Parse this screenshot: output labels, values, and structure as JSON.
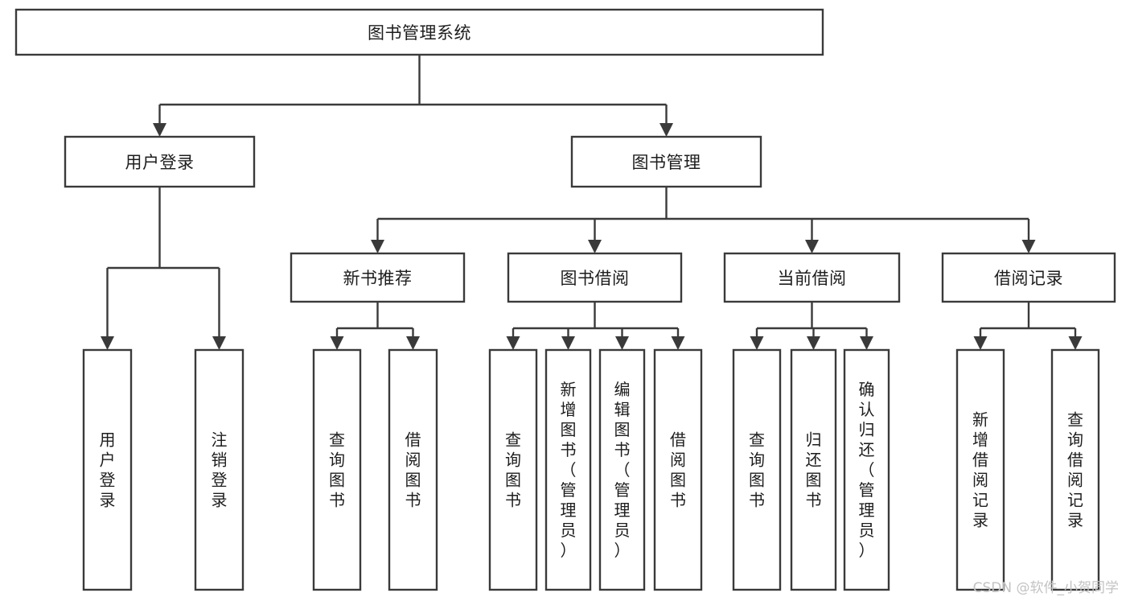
{
  "diagram": {
    "type": "tree",
    "orientation": "top-down",
    "title": "图书管理系统",
    "colors": {
      "background": "#ffffff",
      "node_fill": "#ffffff",
      "node_stroke": "#3a3a3a",
      "connector": "#3a3a3a",
      "text": "#1d1d1d",
      "watermark": "#c3c3c3"
    },
    "levels": [
      {
        "level": 1,
        "nodes": [
          {
            "id": "root",
            "label": "图书管理系统",
            "orientation": "horizontal"
          }
        ]
      },
      {
        "level": 2,
        "nodes": [
          {
            "id": "l2-1",
            "label": "用户登录",
            "orientation": "horizontal",
            "parent": "root"
          },
          {
            "id": "l2-2",
            "label": "图书管理",
            "orientation": "horizontal",
            "parent": "root"
          }
        ]
      },
      {
        "level": 3,
        "nodes": [
          {
            "id": "l3-1",
            "label": "新书推荐",
            "orientation": "horizontal",
            "parent": "l2-2"
          },
          {
            "id": "l3-2",
            "label": "图书借阅",
            "orientation": "horizontal",
            "parent": "l2-2"
          },
          {
            "id": "l3-3",
            "label": "当前借阅",
            "orientation": "horizontal",
            "parent": "l2-2"
          },
          {
            "id": "l3-4",
            "label": "借阅记录",
            "orientation": "horizontal",
            "parent": "l2-2"
          }
        ]
      },
      {
        "level": 4,
        "nodes": [
          {
            "id": "l4-1",
            "label": "用户登录",
            "orientation": "vertical",
            "parent": "l2-1"
          },
          {
            "id": "l4-2",
            "label": "注销登录",
            "orientation": "vertical",
            "parent": "l2-1"
          },
          {
            "id": "l4-3",
            "label": "查询图书",
            "orientation": "vertical",
            "parent": "l3-1"
          },
          {
            "id": "l4-4",
            "label": "借阅图书",
            "orientation": "vertical",
            "parent": "l3-1"
          },
          {
            "id": "l4-5",
            "label": "查询图书",
            "orientation": "vertical",
            "parent": "l3-2"
          },
          {
            "id": "l4-6",
            "label": "新增图书（管理员）",
            "orientation": "vertical",
            "parent": "l3-2"
          },
          {
            "id": "l4-7",
            "label": "编辑图书（管理员）",
            "orientation": "vertical",
            "parent": "l3-2"
          },
          {
            "id": "l4-8",
            "label": "借阅图书",
            "orientation": "vertical",
            "parent": "l3-2"
          },
          {
            "id": "l4-9",
            "label": "查询图书",
            "orientation": "vertical",
            "parent": "l3-3"
          },
          {
            "id": "l4-10",
            "label": "归还图书",
            "orientation": "vertical",
            "parent": "l3-3"
          },
          {
            "id": "l4-11",
            "label": "确认归还（管理员）",
            "orientation": "vertical",
            "parent": "l3-3"
          },
          {
            "id": "l4-12",
            "label": "新增借阅记录",
            "orientation": "vertical",
            "parent": "l3-4"
          },
          {
            "id": "l4-13",
            "label": "查询借阅记录",
            "orientation": "vertical",
            "parent": "l3-4"
          }
        ]
      }
    ]
  },
  "watermark": {
    "text": "CSDN @软件_小贺同学"
  }
}
